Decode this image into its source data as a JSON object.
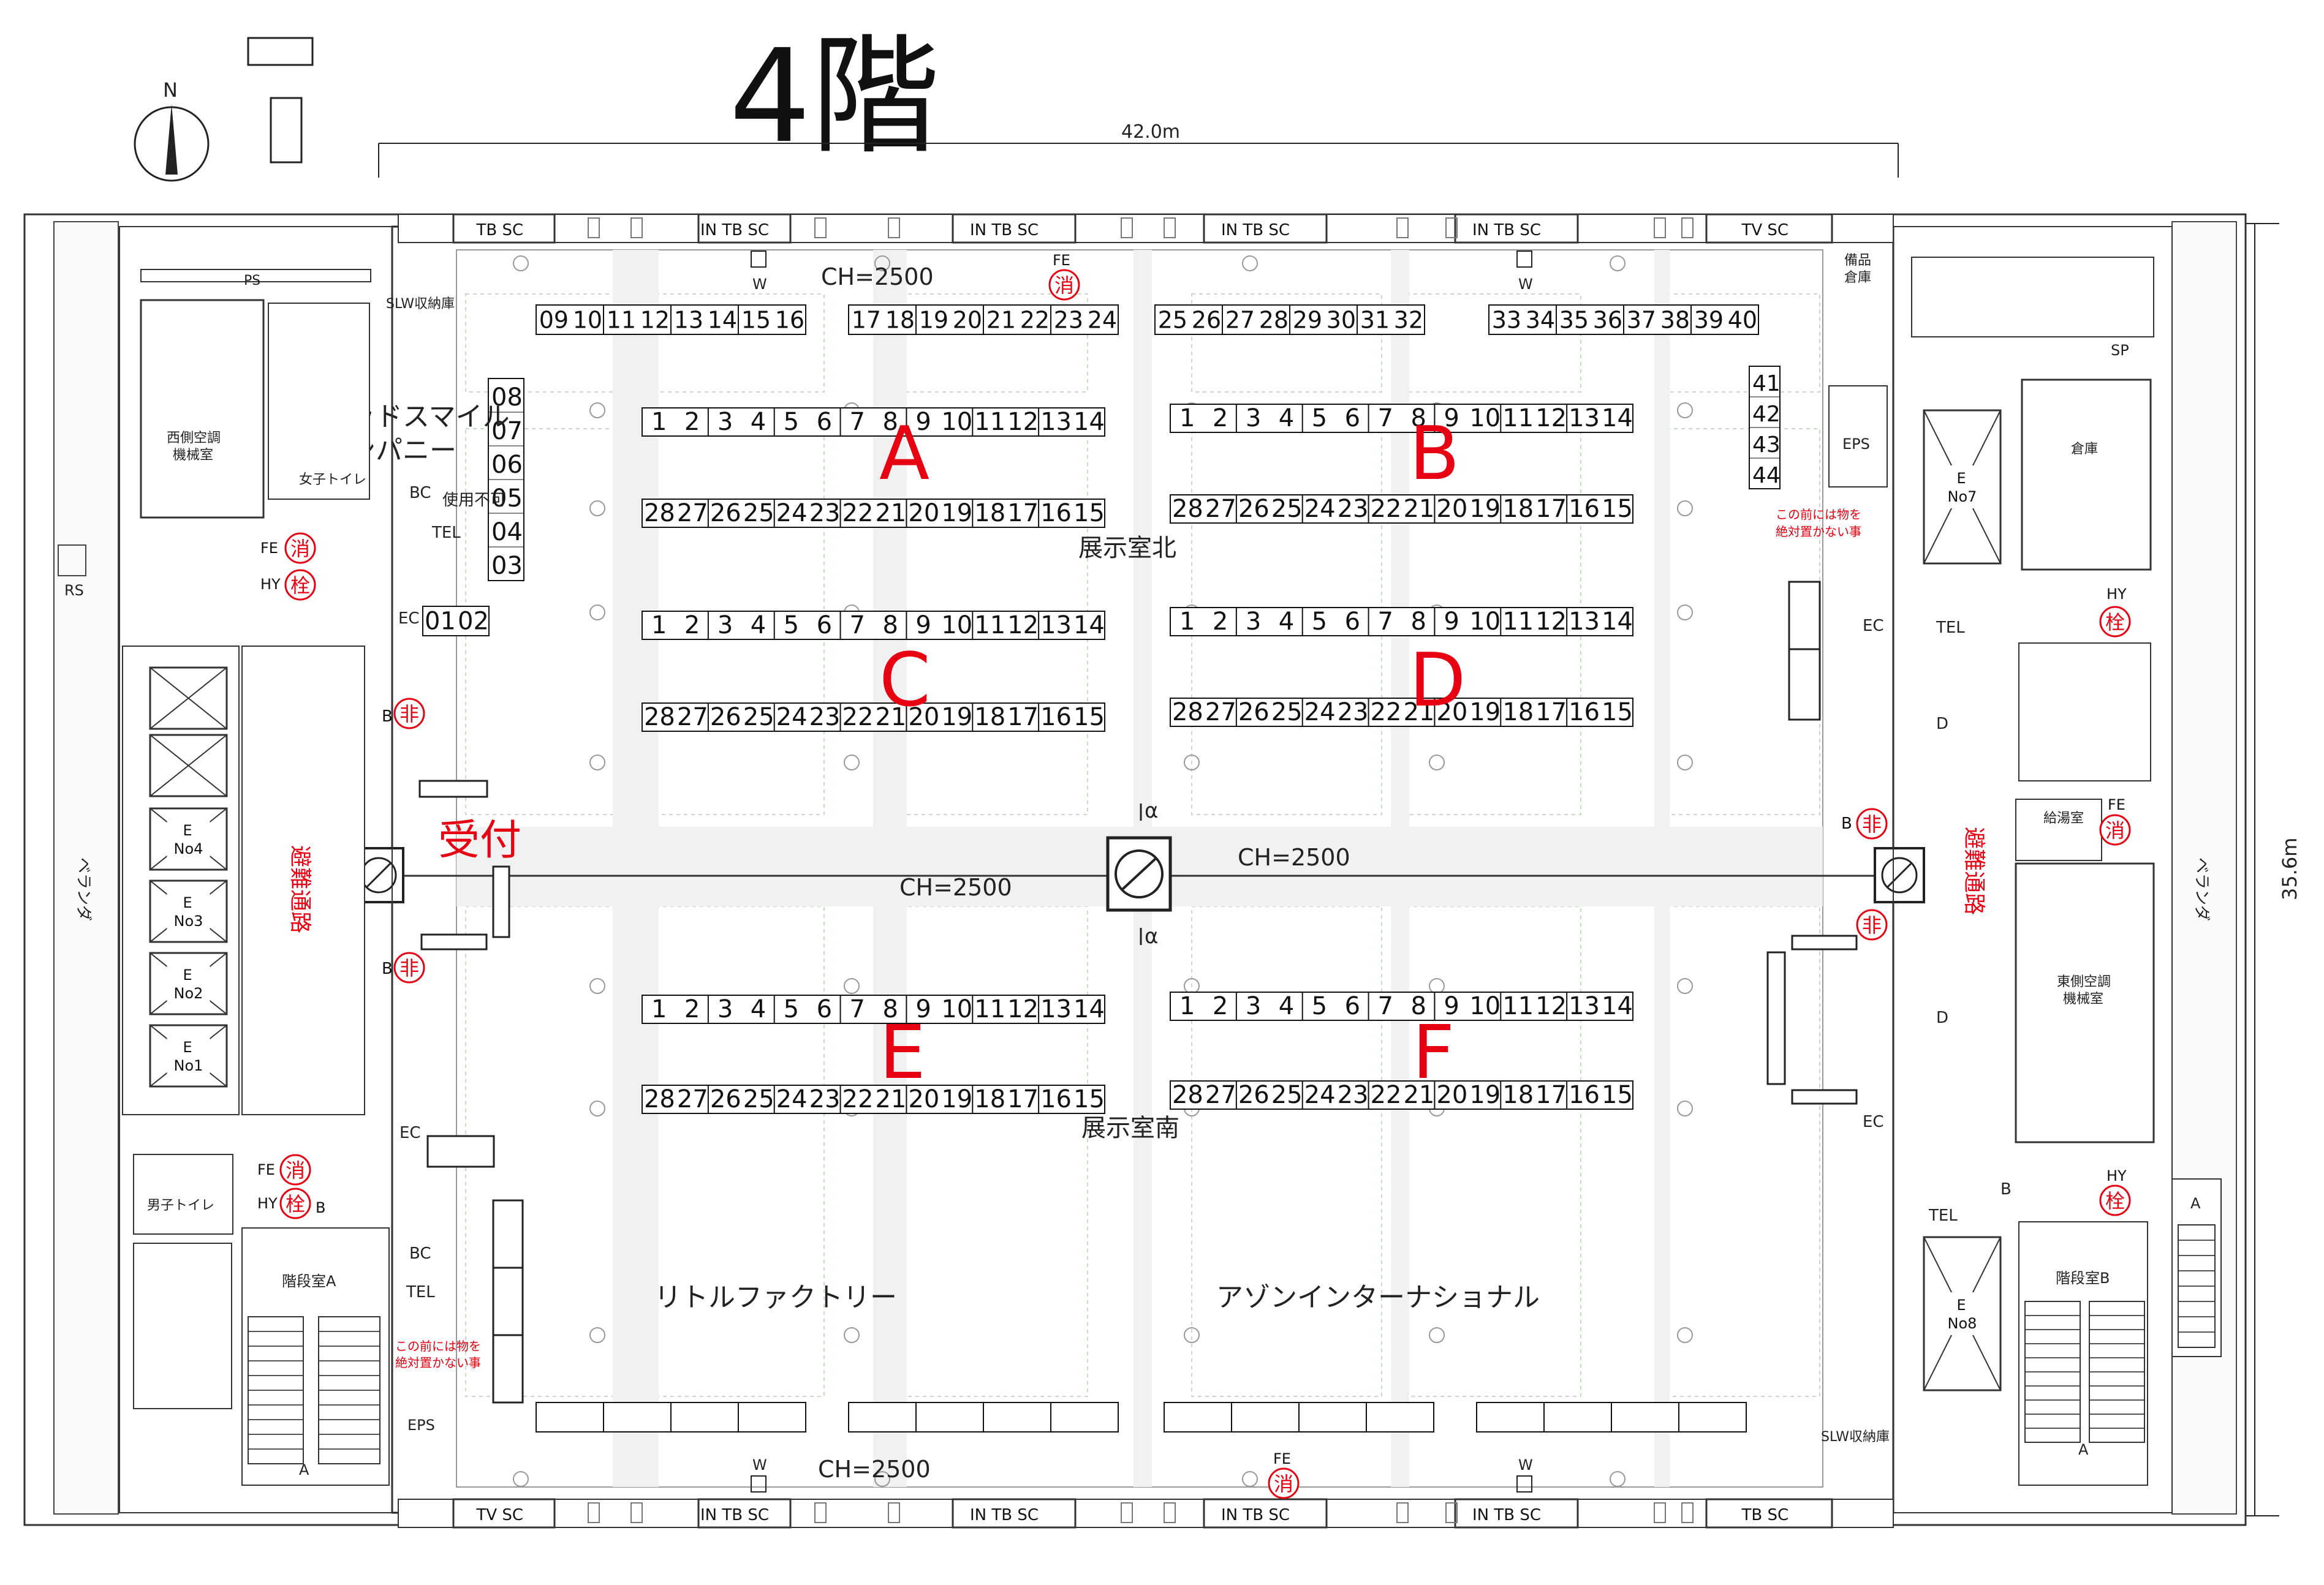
{
  "floor_title": "4階",
  "compass": "N",
  "dimensions": {
    "width": "42.0m",
    "depth": "35.6m"
  },
  "ceiling_label": "CH=2500",
  "halls": {
    "north": "展示室北",
    "south": "展示室南"
  },
  "zones": [
    {
      "letter": "A",
      "color": "#e60012"
    },
    {
      "letter": "B",
      "color": "#e60012"
    },
    {
      "letter": "C",
      "color": "#e60012"
    },
    {
      "letter": "D",
      "color": "#e60012"
    },
    {
      "letter": "E",
      "color": "#e60012"
    },
    {
      "letter": "F",
      "color": "#e60012"
    }
  ],
  "booth_rows": {
    "island_top": [
      "1",
      "2",
      "3",
      "4",
      "5",
      "6",
      "7",
      "8",
      "9",
      "10",
      "11",
      "12",
      "13",
      "14"
    ],
    "island_bottom": [
      "28",
      "27",
      "26",
      "25",
      "24",
      "23",
      "22",
      "21",
      "20",
      "19",
      "18",
      "17",
      "16",
      "15"
    ],
    "wall_north": [
      "09",
      "10",
      "11",
      "12",
      "13",
      "14",
      "15",
      "16",
      "17",
      "18",
      "19",
      "20",
      "21",
      "22",
      "23",
      "24",
      "25",
      "26",
      "27",
      "28",
      "29",
      "30",
      "31",
      "32",
      "33",
      "34",
      "35",
      "36",
      "37",
      "38",
      "39",
      "40"
    ],
    "wall_west": [
      "08",
      "07",
      "06",
      "05",
      "04",
      "03"
    ],
    "wall_west_bottom": [
      "01",
      "02"
    ],
    "wall_east": [
      "41",
      "42",
      "43",
      "44"
    ]
  },
  "companies": [
    "グッドスマイル",
    "カンパニー",
    "リトルファクトリー",
    "アゾンインターナショナル"
  ],
  "reception": "受付",
  "evacuation_route": "避難通路",
  "warning": [
    "この前には物を",
    "絶対置かない事"
  ],
  "rooms": {
    "west_ac": [
      "西側空調",
      "機械室"
    ],
    "east_ac": [
      "東側空調",
      "機械室"
    ],
    "womens_toilet": "女子トイレ",
    "mens_toilet": "男子トイレ",
    "stair_a": "階段室A",
    "stair_b": "階段室B",
    "storage": "倉庫",
    "supplies": [
      "備品",
      "倉庫"
    ],
    "kitchen": "給湯室",
    "slw_storage": "SLW収納庫",
    "eps": "EPS",
    "veranda": "ベランダ",
    "unused": "使用不可"
  },
  "equipment": {
    "fire_ext_mark": "消",
    "hydrant_mark": "栓",
    "emergency_mark": "非",
    "FE": "FE",
    "HY": "HY",
    "B": "B",
    "EC": "EC",
    "BC": "BC",
    "TEL": "TEL",
    "PS": "PS",
    "RS": "RS",
    "SP": "SP",
    "D": "D",
    "W": "W",
    "A": "A",
    "alpha": "α"
  },
  "elevators": [
    "No4",
    "No3",
    "No2",
    "No1",
    "No7",
    "No8"
  ],
  "elevator_letter": "E",
  "window_labels_top": [
    "TB SC",
    "IN TB SC",
    "IN TB SC",
    "IN TB SC",
    "IN TB SC",
    "TV SC"
  ],
  "window_labels_bottom": [
    "TV SC",
    "IN TB SC",
    "IN TB SC",
    "IN TB SC",
    "IN TB SC",
    "TB SC"
  ],
  "colors": {
    "line": "#1a1a1a",
    "red": "#e60012",
    "grid": "#c8d9c8",
    "column": "#d0d0d0"
  }
}
